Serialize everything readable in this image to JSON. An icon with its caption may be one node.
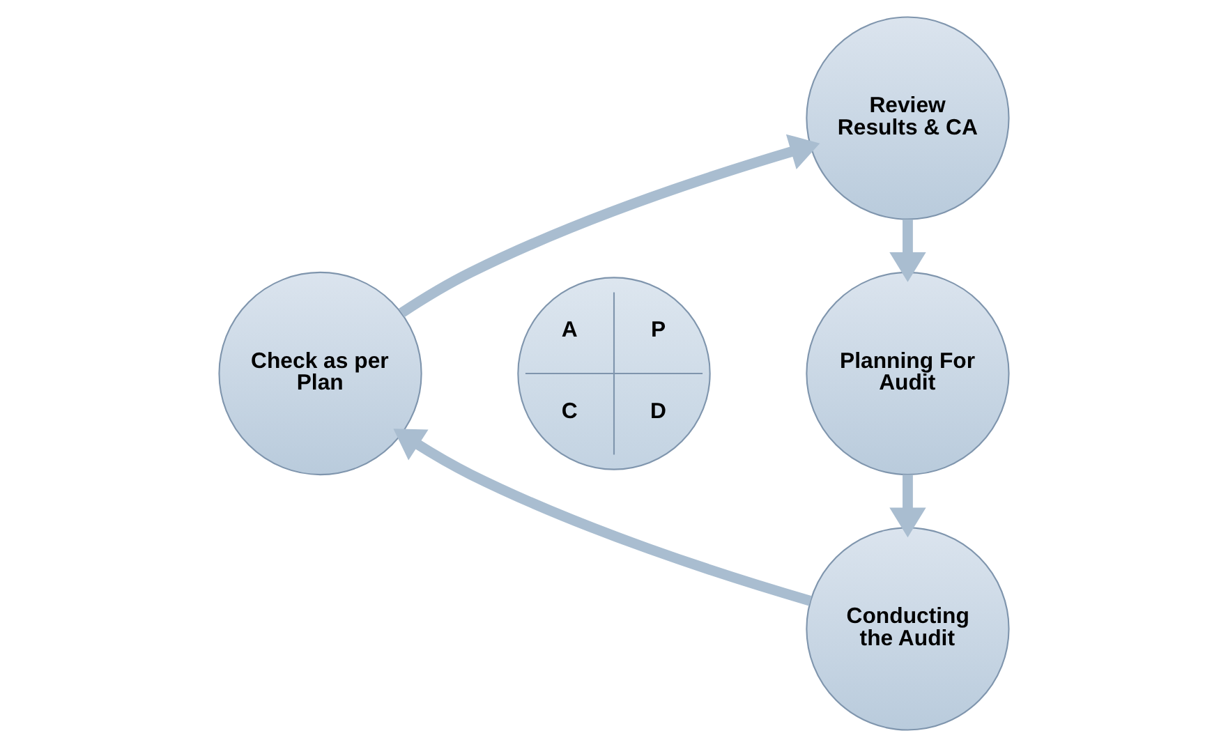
{
  "diagram": {
    "nodes": [
      {
        "text": [
          "Review Results & CA"
        ]
      },
      {
        "text": [
          "Check as per Plan"
        ]
      },
      {
        "text": [
          "A",
          "P",
          "C",
          "D"
        ]
      },
      {
        "text": [
          "Planning For Audit"
        ]
      },
      {
        "text": [
          "Conducting the Audit"
        ]
      }
    ],
    "edges": [
      {
        "from": 1,
        "to": 0,
        "arrow": "to"
      },
      {
        "from": 0,
        "to": 3,
        "arrow": "to"
      },
      {
        "from": 3,
        "to": 4,
        "arrow": "to"
      },
      {
        "from": 4,
        "to": 1,
        "arrow": "to"
      }
    ]
  }
}
